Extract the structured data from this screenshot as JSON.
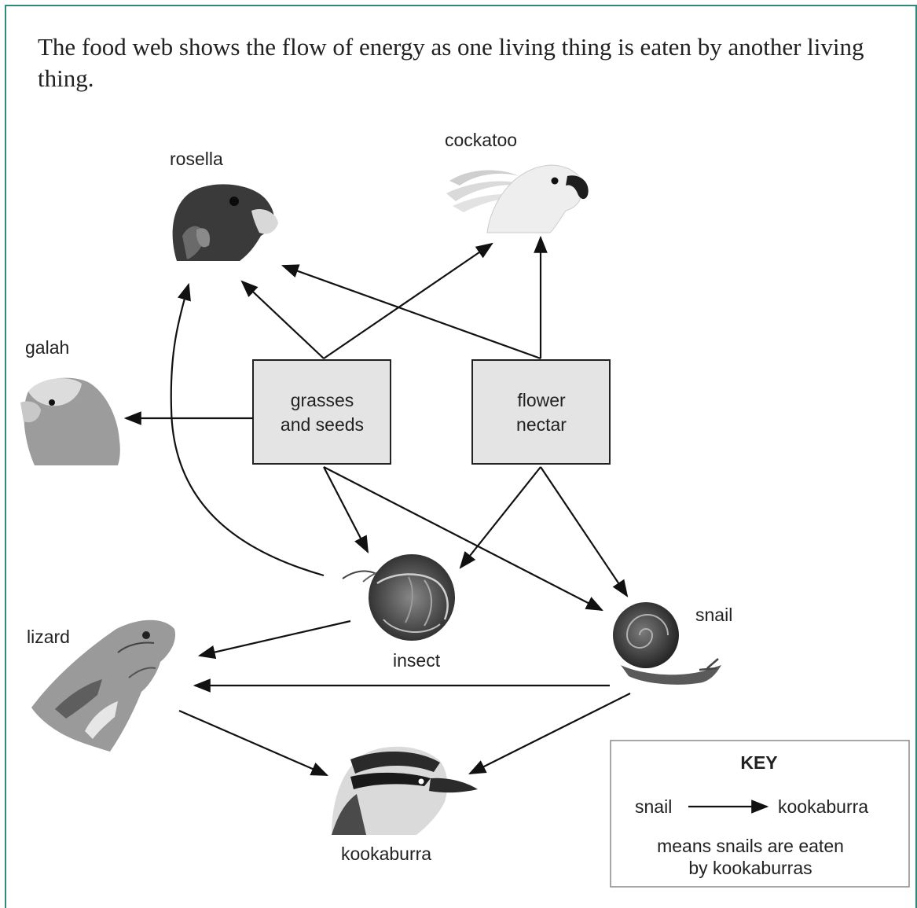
{
  "intro": "The food web shows the flow of energy as one living thing is eaten by another living thing.",
  "organisms": {
    "rosella": "rosella",
    "cockatoo": "cockatoo",
    "galah": "galah",
    "insect": "insect",
    "snail": "snail",
    "lizard": "lizard",
    "kookaburra": "kookaburra"
  },
  "producers": {
    "grasses_line1": "grasses",
    "grasses_line2": "and seeds",
    "nectar_line1": "flower",
    "nectar_line2": "nectar"
  },
  "key": {
    "title": "KEY",
    "from": "snail",
    "to": "kookaburra",
    "desc_line1": "means snails are eaten",
    "desc_line2": "by kookaburras"
  },
  "colors": {
    "frame": "#2e8b7a",
    "box_fill": "#e4e4e4"
  }
}
